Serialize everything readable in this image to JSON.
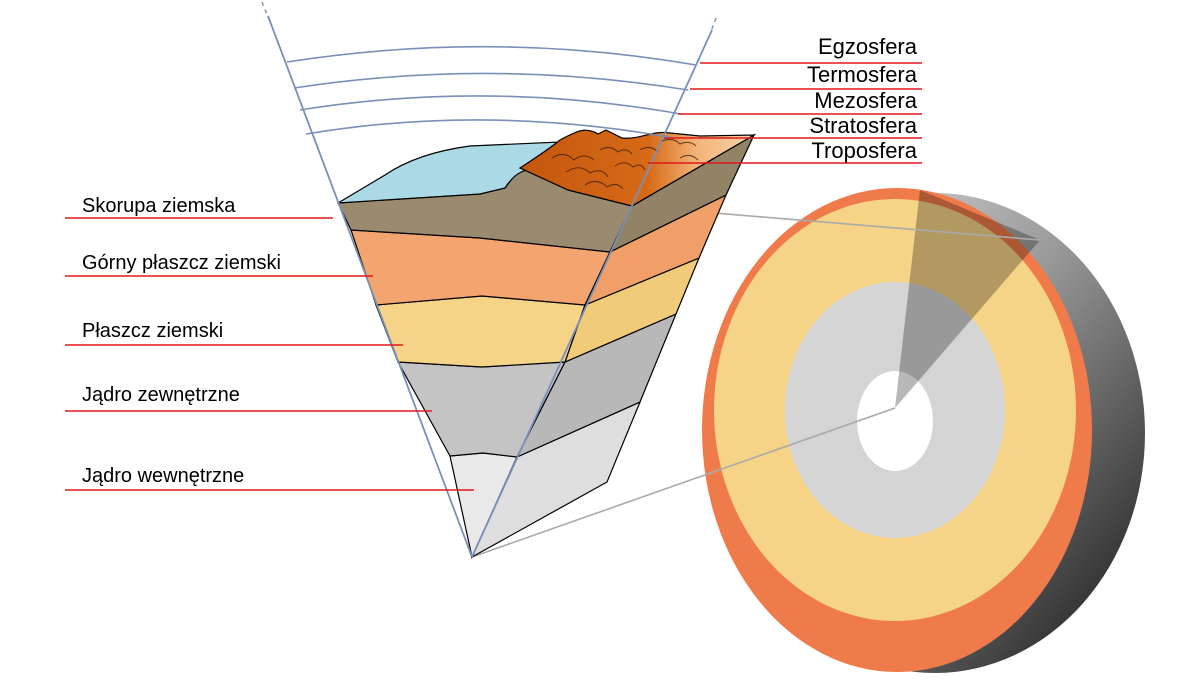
{
  "left_labels": {
    "crust": "Skorupa ziemska",
    "upper_mantle": "Górny płaszcz ziemski",
    "mantle": "Płaszcz ziemski",
    "outer_core": "Jądro zewnętrzne",
    "inner_core": "Jądro wewnętrzne"
  },
  "right_labels": {
    "exosphere": "Egzosfera",
    "thermosphere": "Termosfera",
    "mesosphere": "Mezosfera",
    "stratosphere": "Stratosfera",
    "troposphere": "Troposfera"
  },
  "colors": {
    "leader_line": "#e0191a",
    "atmosphere_arc": "#7a90b8",
    "ocean": "#acd9e6",
    "crust": "#9a8a70",
    "upper_mantle": "#f4a46e",
    "mantle": "#f5d487",
    "outer_core": "#c4c4c4",
    "inner_core": "#e9e9e9",
    "mountain": "#c95d12",
    "globe_rim": "#f07b4a",
    "globe_side_dark": "#141414"
  }
}
